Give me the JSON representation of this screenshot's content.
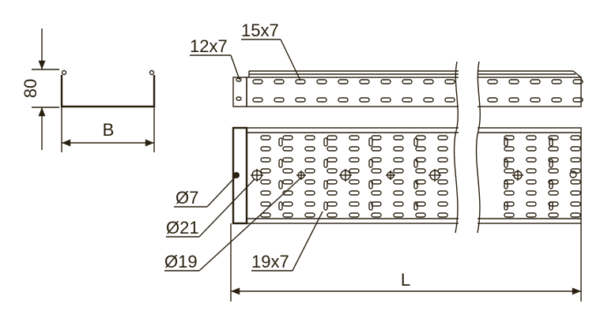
{
  "labels": {
    "height": "80",
    "width": "B",
    "length": "L",
    "slot_end": "12x7",
    "slot_side": "15x7",
    "hole_small": "Ø7",
    "hole_large": "Ø21",
    "hole_medium": "Ø19",
    "slot_bottom": "19x7"
  },
  "colors": {
    "ink": "#2a2010",
    "background": "#ffffff"
  }
}
